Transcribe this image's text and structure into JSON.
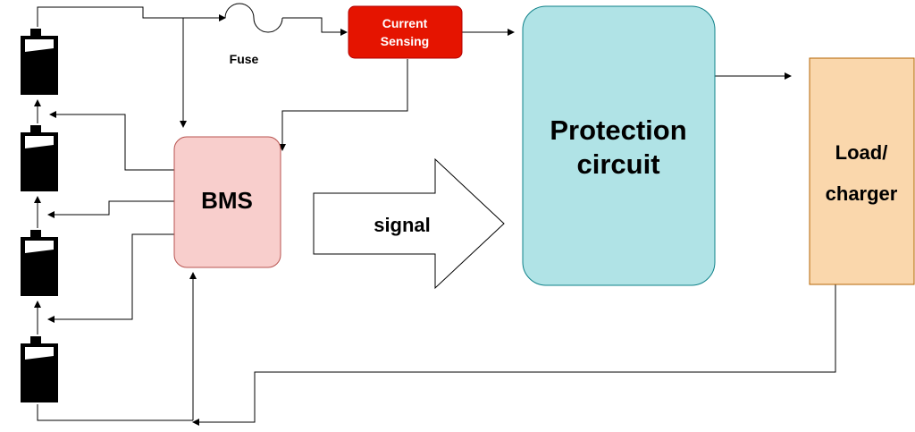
{
  "labels": {
    "fuse": "Fuse",
    "current_sensing_line1": "Current",
    "current_sensing_line2": "Sensing",
    "bms": "BMS",
    "signal": "signal",
    "protection_line1": "Protection",
    "protection_line2": "circuit",
    "load_line1": "Load/",
    "load_line2": "charger"
  },
  "colors": {
    "bms_fill": "#f8cecc",
    "bms_stroke": "#b85450",
    "current_sensing_fill": "#e51400",
    "current_sensing_stroke": "#b20000",
    "protection_fill": "#b0e3e6",
    "protection_stroke": "#0e8088",
    "load_fill": "#fad7ac",
    "load_stroke": "#b46504",
    "line": "#000000",
    "battery": "#000000"
  },
  "icons": [
    "battery-icon",
    "fuse-icon",
    "signal-arrow"
  ]
}
